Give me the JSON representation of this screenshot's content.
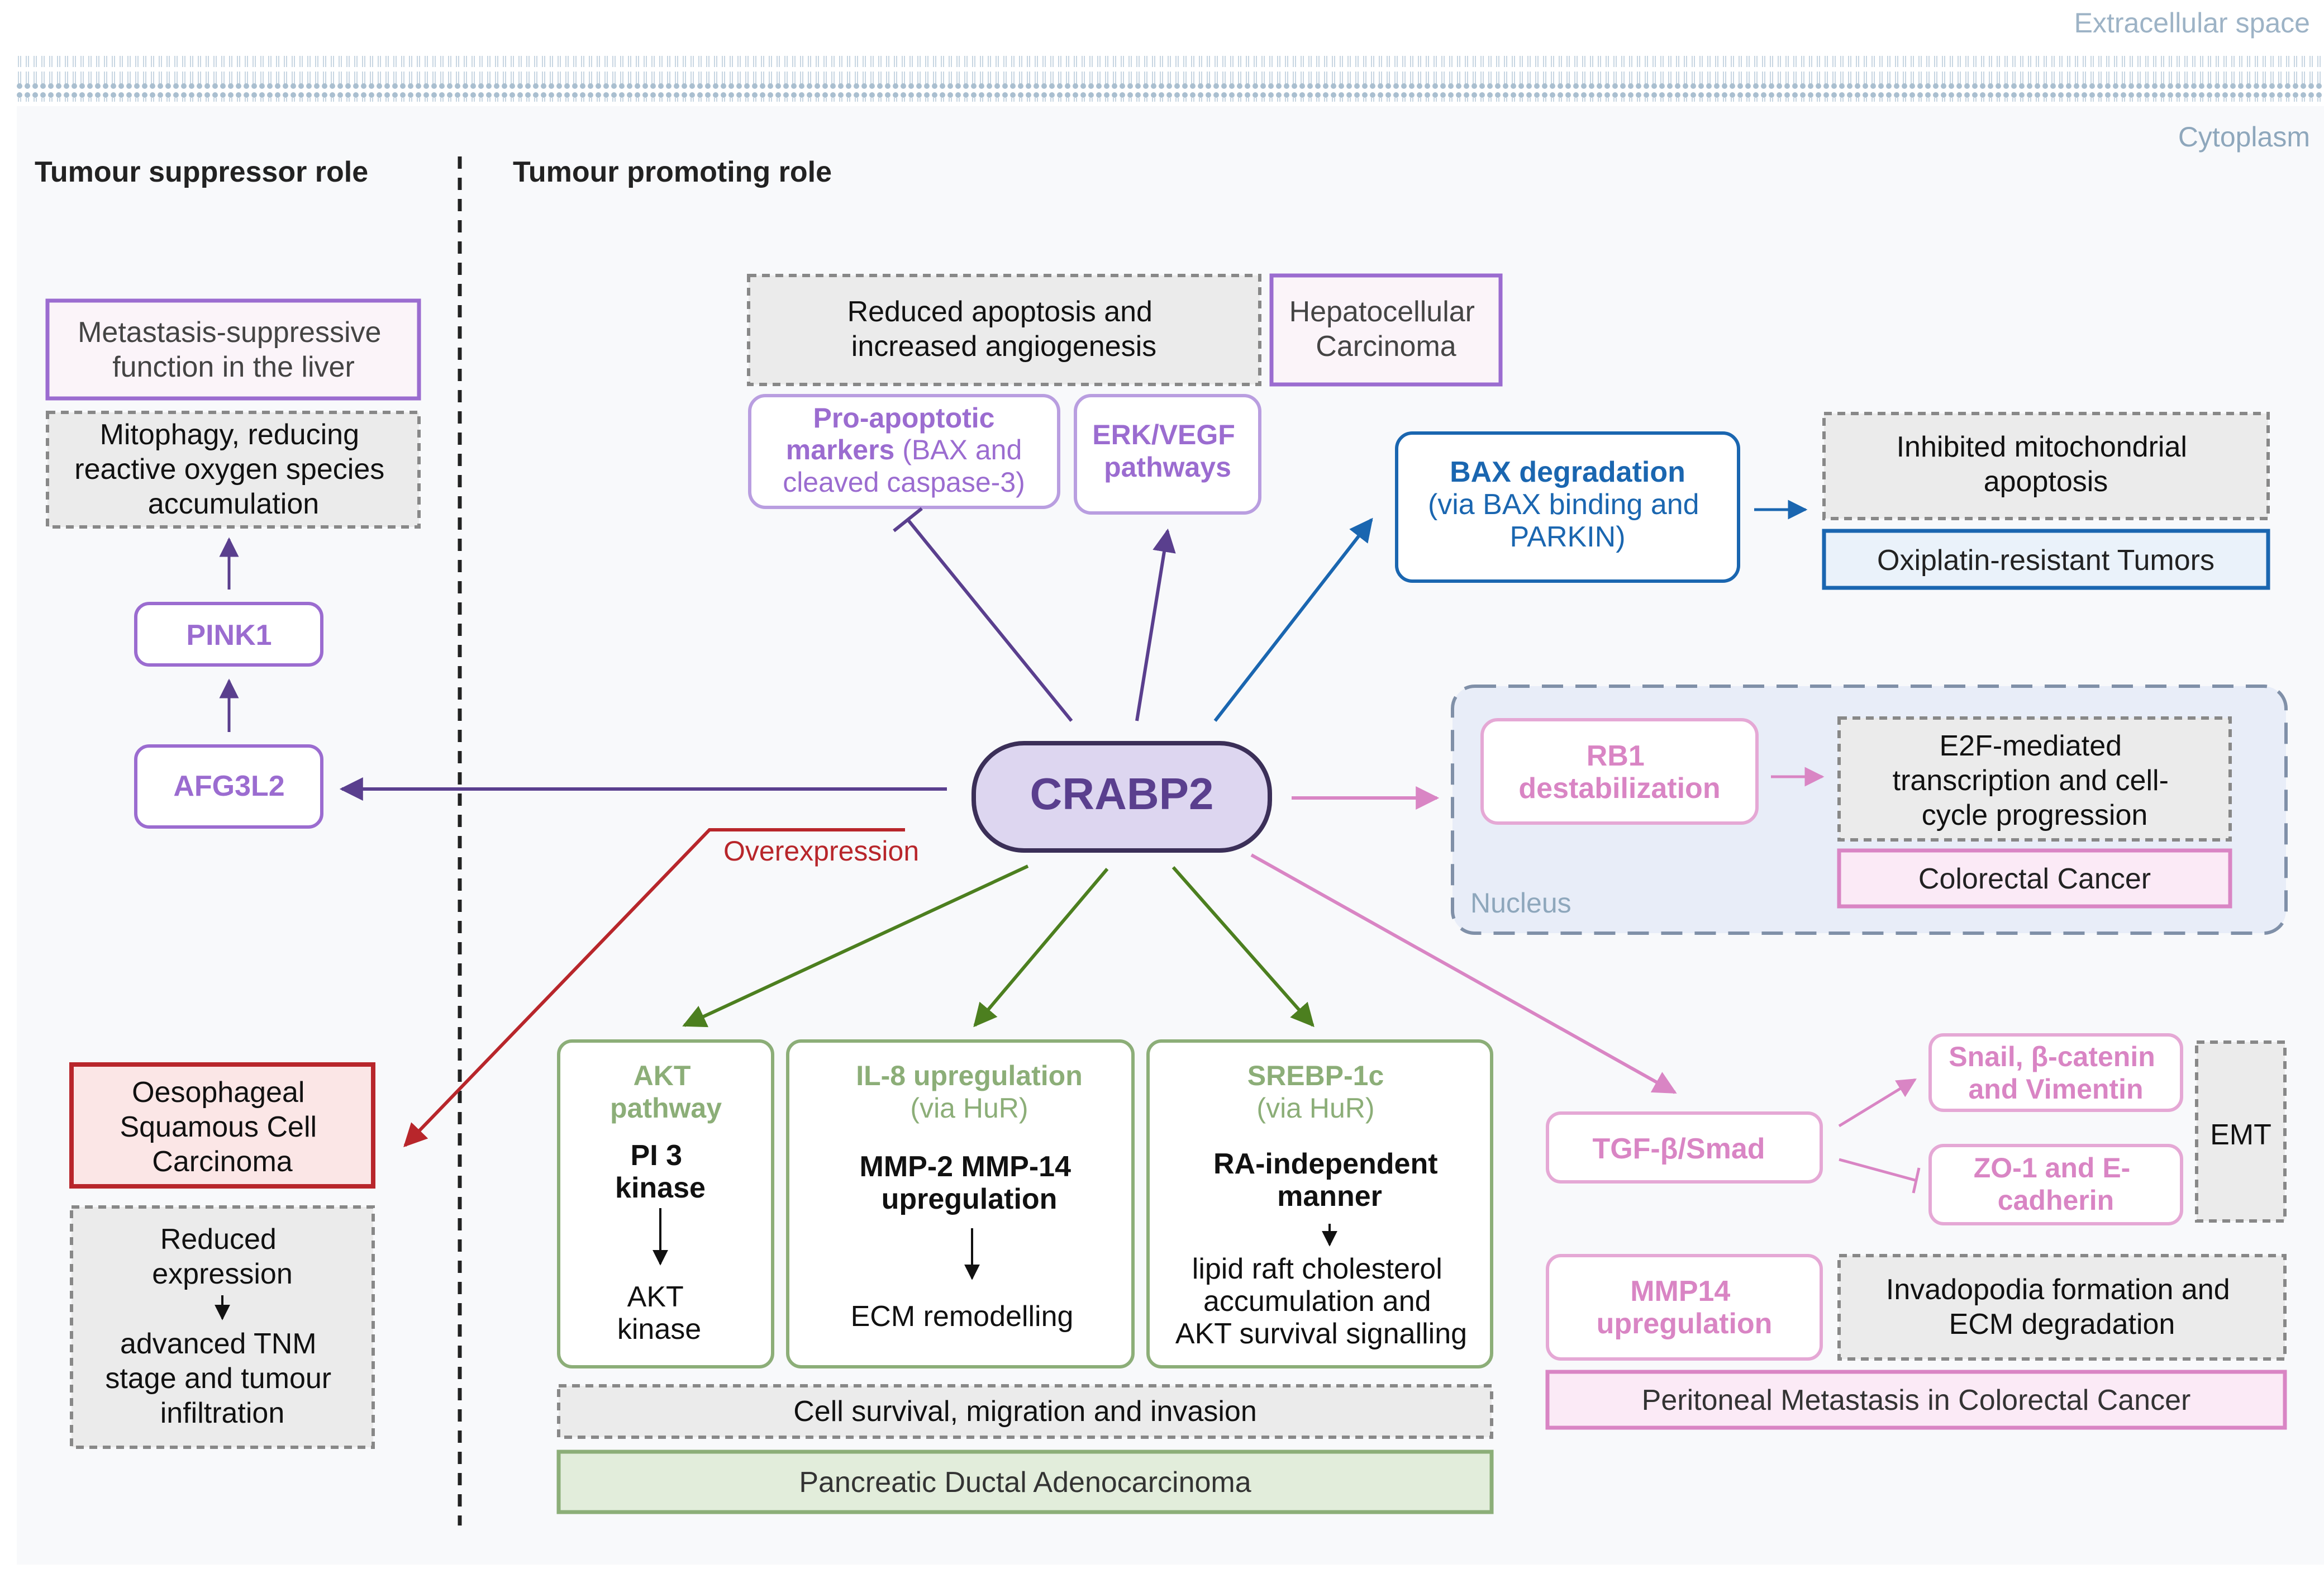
{
  "regions": {
    "extracellular": "Extracellular space",
    "cytoplasm": "Cytoplasm",
    "nucleus": "Nucleus"
  },
  "headings": {
    "suppressor": "Tumour suppressor role",
    "promoting": "Tumour promoting role"
  },
  "center": {
    "label": "CRABP2"
  },
  "suppressor": {
    "liver": [
      "Metastasis-suppressive",
      "function in the liver"
    ],
    "mitophagy": [
      "Mitophagy, reducing",
      "reactive oxygen species",
      "accumulation"
    ],
    "pink1": "PINK1",
    "afg3l2": "AFG3L2"
  },
  "escc": {
    "overexpression": "Overexpression",
    "cancer": [
      "Oesophageal",
      "Squamous Cell",
      "Carcinoma"
    ],
    "reduced": [
      "Reduced",
      "expression"
    ],
    "advanced": [
      "advanced TNM",
      "stage and tumour",
      "infiltration"
    ]
  },
  "hcc": {
    "outcome": [
      "Reduced apoptosis and",
      "increased angiogenesis"
    ],
    "cancer": [
      "Hepatocellular",
      "Carcinoma"
    ],
    "proapoptotic_bold": [
      "Pro-apoptotic",
      "markers"
    ],
    "proapoptotic_rest": [
      " (BAX and",
      "cleaved caspase-3)"
    ],
    "erk": [
      "ERK/VEGF",
      "pathways"
    ]
  },
  "bax": {
    "title": "BAX degradation",
    "detail": [
      "(via BAX binding and",
      "PARKIN)"
    ],
    "outcome": [
      "Inhibited mitochondrial",
      "apoptosis"
    ],
    "cancer": "Oxiplatin-resistant Tumors"
  },
  "nucleus_block": {
    "rb1": [
      "RB1",
      "destabilization"
    ],
    "e2f": [
      "E2F-mediated",
      "transcription and cell-",
      "cycle progression"
    ],
    "cancer": "Colorectal Cancer"
  },
  "pdac": {
    "akt_title": [
      "AKT",
      "pathway"
    ],
    "akt_top": [
      "PI 3",
      "kinase"
    ],
    "akt_bottom": [
      "AKT",
      "kinase"
    ],
    "il8_title": "IL-8 upregulation",
    "il8_sub": "(via HuR)",
    "il8_top": [
      "MMP-2 MMP-14",
      "upregulation"
    ],
    "il8_bottom": "ECM remodelling",
    "srebp_title": "SREBP-1c",
    "srebp_sub": "(via HuR)",
    "srebp_top": [
      "RA-independent",
      "manner"
    ],
    "srebp_bottom": [
      "lipid raft cholesterol",
      "accumulation and",
      "AKT survival signalling"
    ],
    "outcome": "Cell survival, migration and invasion",
    "cancer": "Pancreatic Ductal Adenocarcinoma"
  },
  "pm": {
    "tgf": "TGF-β/Smad",
    "snail": [
      "Snail, β-catenin",
      "and Vimentin"
    ],
    "zo1": [
      "ZO-1 and E-",
      "cadherin"
    ],
    "emt": "EMT",
    "mmp14": [
      "MMP14",
      "upregulation"
    ],
    "invado": [
      "Invadopodia formation and",
      "ECM degradation"
    ],
    "cancer": "Peritoneal Metastasis in Colorectal Cancer"
  },
  "colors": {
    "purple": "#9b6cd0",
    "purple_dark": "#5a3f8e",
    "blue": "#1a66b0",
    "pink": "#d985c4",
    "green": "#4c7f1f",
    "green_light": "#8cae78",
    "red": "#b8262b"
  }
}
